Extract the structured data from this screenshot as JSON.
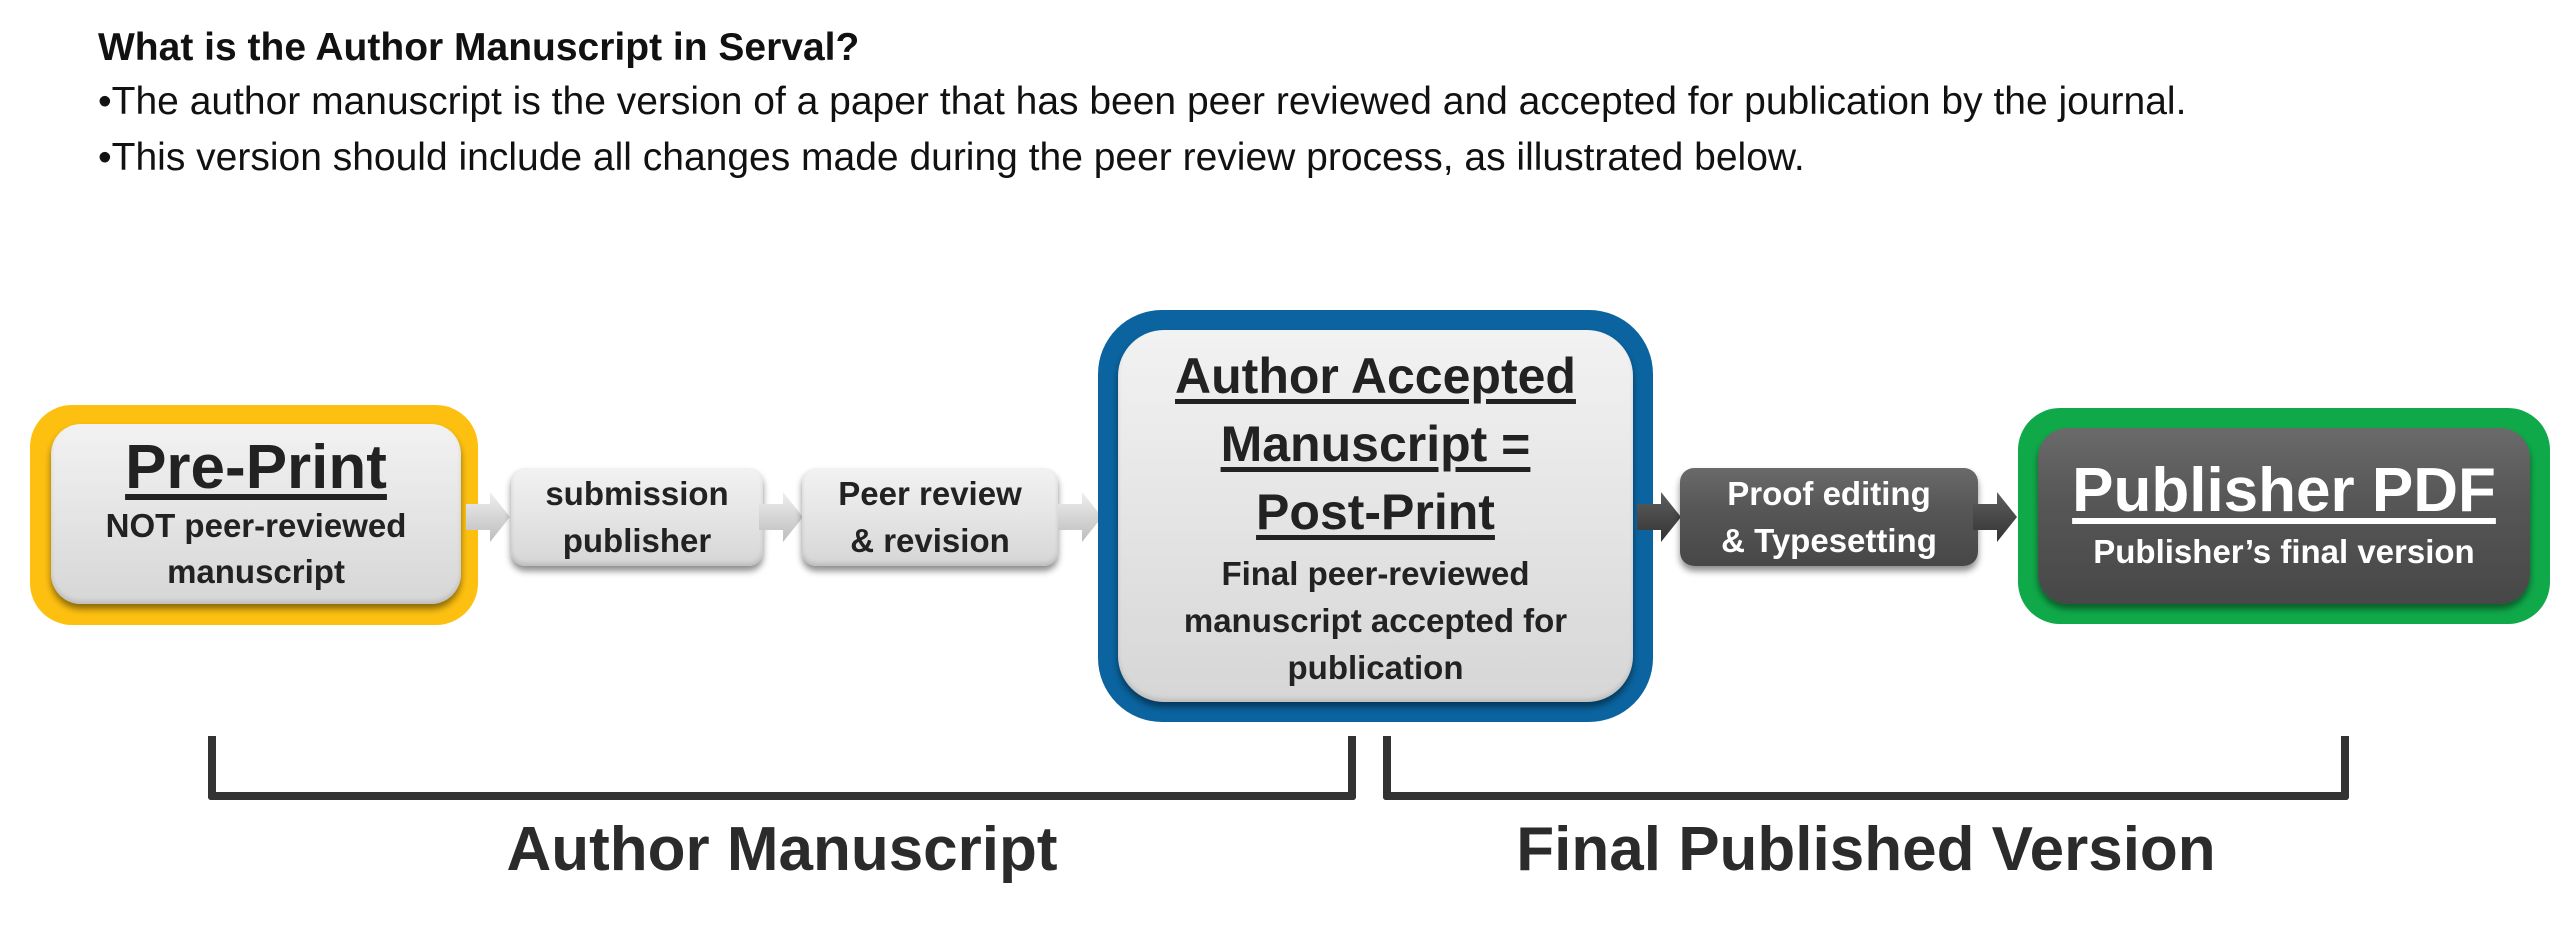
{
  "intro": {
    "title": "What is the Author Manuscript in Serval?",
    "bullets": [
      "•The author manuscript is the version of a paper that has been peer reviewed and accepted for publication by the journal.",
      "•This version should include all changes made during the peer review process, as illustrated below."
    ]
  },
  "stages": {
    "preprint": {
      "title": "Pre-Print",
      "subtitle_line1": "NOT peer-reviewed",
      "subtitle_line2": "manuscript",
      "frame_color": "#FDC011"
    },
    "submission": {
      "line1": "submission",
      "line2": "publisher"
    },
    "peer_review": {
      "line1": "Peer review",
      "line2": "& revision"
    },
    "accepted": {
      "title_line1": "Author Accepted",
      "title_line2": "Manuscript =",
      "title_line3": "Post-Print",
      "subtitle_line1": "Final peer-reviewed",
      "subtitle_line2": "manuscript accepted for",
      "subtitle_line3": "publication",
      "frame_color": "#0B64A0"
    },
    "proof": {
      "line1": "Proof editing",
      "line2": "& Typesetting"
    },
    "publisher": {
      "title": "Publisher PDF",
      "subtitle": "Publisher’s final version",
      "frame_color": "#10A94A"
    }
  },
  "brackets": {
    "author_manuscript": "Author Manuscript",
    "final_published": "Final Published Version"
  }
}
